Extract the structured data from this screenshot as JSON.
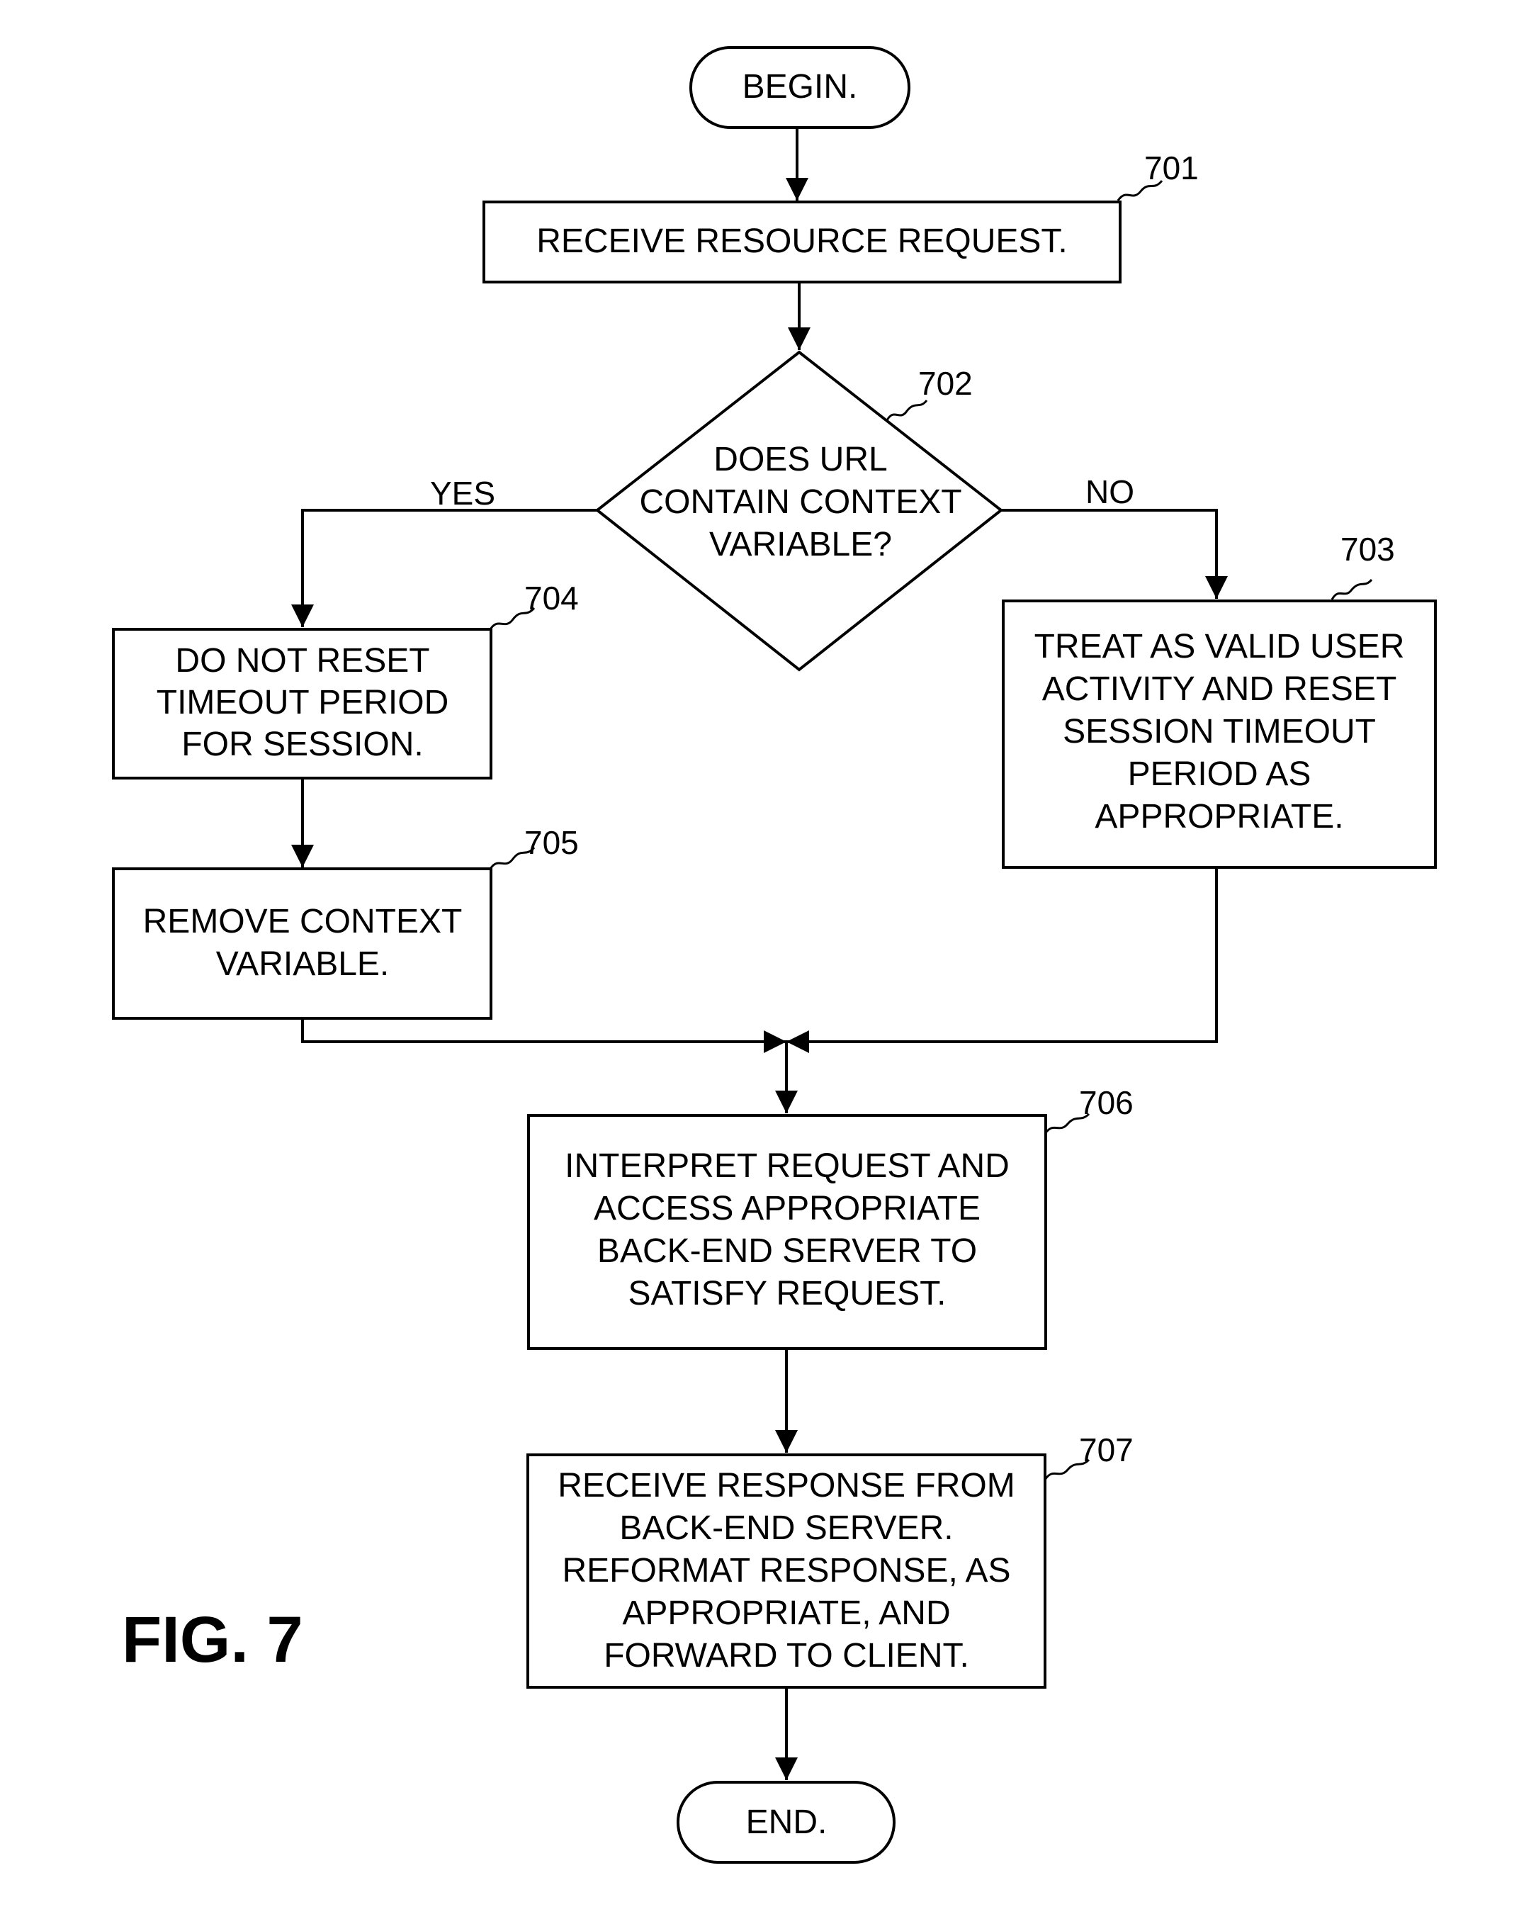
{
  "figure_label": "FIG. 7",
  "nodes": {
    "begin": {
      "label": "BEGIN."
    },
    "step_701": {
      "ref": "701",
      "lines": [
        "RECEIVE RESOURCE REQUEST."
      ]
    },
    "step_702": {
      "ref": "702",
      "lines": [
        "DOES URL",
        "CONTAIN CONTEXT",
        "VARIABLE?"
      ]
    },
    "step_703": {
      "ref": "703",
      "lines": [
        "TREAT AS VALID USER",
        "ACTIVITY AND RESET",
        "SESSION TIMEOUT",
        "PERIOD AS",
        "APPROPRIATE."
      ]
    },
    "step_704": {
      "ref": "704",
      "lines": [
        "DO NOT RESET",
        "TIMEOUT PERIOD",
        "FOR SESSION."
      ]
    },
    "step_705": {
      "ref": "705",
      "lines": [
        "REMOVE CONTEXT",
        "VARIABLE."
      ]
    },
    "step_706": {
      "ref": "706",
      "lines": [
        "INTERPRET REQUEST AND",
        "ACCESS APPROPRIATE",
        "BACK-END SERVER TO",
        "SATISFY REQUEST."
      ]
    },
    "step_707": {
      "ref": "707",
      "lines": [
        "RECEIVE RESPONSE FROM",
        "BACK-END SERVER.",
        "REFORMAT RESPONSE, AS",
        "APPROPRIATE, AND",
        "FORWARD TO CLIENT."
      ]
    },
    "end": {
      "label": "END."
    }
  },
  "branches": {
    "yes": "YES",
    "no": "NO"
  }
}
